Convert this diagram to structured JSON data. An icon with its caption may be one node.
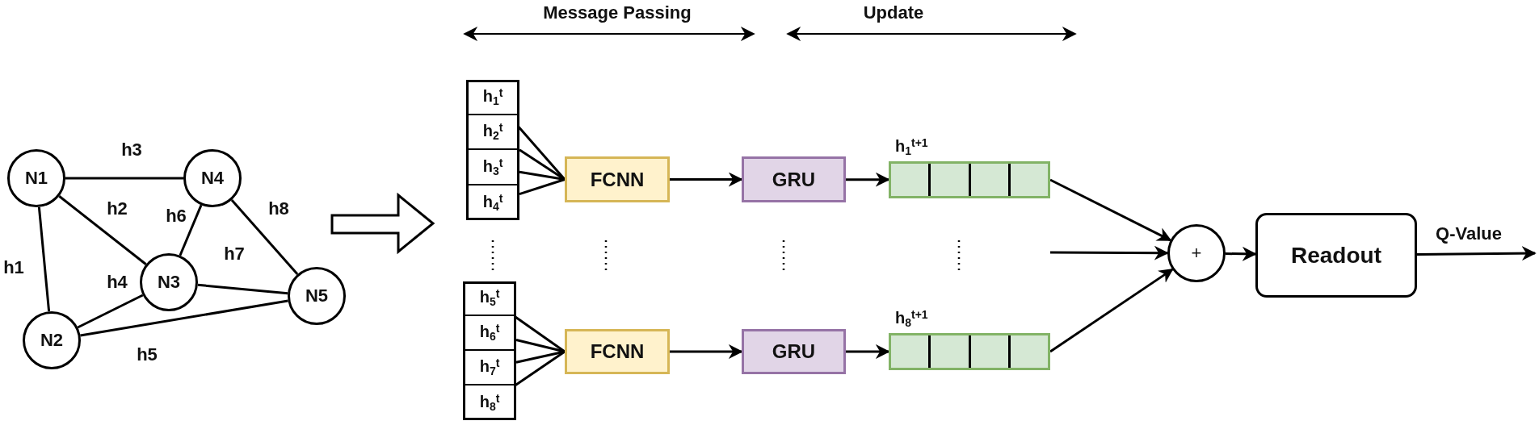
{
  "diagram": {
    "nodes": [
      {
        "text": [
          "N1"
        ]
      },
      {
        "text": [
          "N2"
        ]
      },
      {
        "text": [
          "N3"
        ]
      },
      {
        "text": [
          "N4"
        ]
      },
      {
        "text": [
          "N5"
        ]
      },
      {
        "text": [],
        "shape": "box"
      },
      {
        "text": [
          "h$_{1}$$^{t}$"
        ],
        "in": 5
      },
      {
        "text": [
          "h$_{2}$$^{t}$"
        ],
        "in": 5
      },
      {
        "text": [
          "h$_{3}$$^{t}$"
        ],
        "in": 5
      },
      {
        "text": [
          "h$_{4}$$^{t}$"
        ],
        "in": 5
      },
      {
        "text": [
          "FCNN"
        ]
      },
      {
        "text": [
          "GRU"
        ]
      },
      {
        "text": [
          "h$_{1}$$^{t+1}$"
        ]
      },
      {
        "text": [],
        "shape": "box"
      },
      {
        "text": [
          "h$_{5}$$^{t}$"
        ],
        "in": 13
      },
      {
        "text": [
          "h$_{6}$$^{t}$"
        ],
        "in": 13
      },
      {
        "text": [
          "h$_{7}$$^{t}$"
        ],
        "in": 13
      },
      {
        "text": [
          "h$_{8}$$^{t}$"
        ],
        "in": 13
      },
      {
        "text": [
          "FCNN"
        ]
      },
      {
        "text": [
          "GRU"
        ]
      },
      {
        "text": [
          "h$_{8}$$^{t+1}$"
        ]
      },
      {
        "text": [
          "+"
        ]
      },
      {
        "text": [
          "Readout"
        ]
      }
    ],
    "edges": [
      {
        "from": 0,
        "to": 3,
        "arrow": "none",
        "label": "h3"
      },
      {
        "from": 0,
        "to": 2,
        "arrow": "none",
        "label": "h2"
      },
      {
        "from": 0,
        "to": 1,
        "arrow": "none",
        "label": "h1"
      },
      {
        "from": 3,
        "to": 2,
        "arrow": "none",
        "label": "h6"
      },
      {
        "from": 3,
        "to": 4,
        "arrow": "none",
        "label": "h8"
      },
      {
        "from": 2,
        "to": 4,
        "arrow": "none",
        "label": "h7"
      },
      {
        "from": 1,
        "to": 2,
        "arrow": "none",
        "label": "h4"
      },
      {
        "from": 1,
        "to": 4,
        "arrow": "none",
        "label": "h5"
      },
      {
        "from": 6,
        "to": 10,
        "arrow": "none"
      },
      {
        "from": 7,
        "to": 10,
        "arrow": "none"
      },
      {
        "from": 8,
        "to": 10,
        "arrow": "none"
      },
      {
        "from": 9,
        "to": 10,
        "arrow": "none"
      },
      {
        "from": 10,
        "to": 11,
        "arrow": "to"
      },
      {
        "from": 11,
        "to": 12,
        "arrow": "to"
      },
      {
        "from": 14,
        "to": 18,
        "arrow": "none"
      },
      {
        "from": 15,
        "to": 18,
        "arrow": "none"
      },
      {
        "from": 16,
        "to": 18,
        "arrow": "none"
      },
      {
        "from": 17,
        "to": 18,
        "arrow": "none"
      },
      {
        "from": 18,
        "to": 19,
        "arrow": "to"
      },
      {
        "from": 19,
        "to": 20,
        "arrow": "to"
      },
      {
        "from": 12,
        "to": 21,
        "arrow": "to"
      },
      {
        "from": null,
        "to": 21,
        "arrow": "to"
      },
      {
        "from": 20,
        "to": 21,
        "arrow": "to"
      },
      {
        "from": 21,
        "to": 22,
        "arrow": "to"
      },
      {
        "from": 22,
        "to": null,
        "arrow": "to",
        "label": "Q-Value"
      }
    ],
    "labels": [
      "Message Passing",
      "Update"
    ]
  }
}
